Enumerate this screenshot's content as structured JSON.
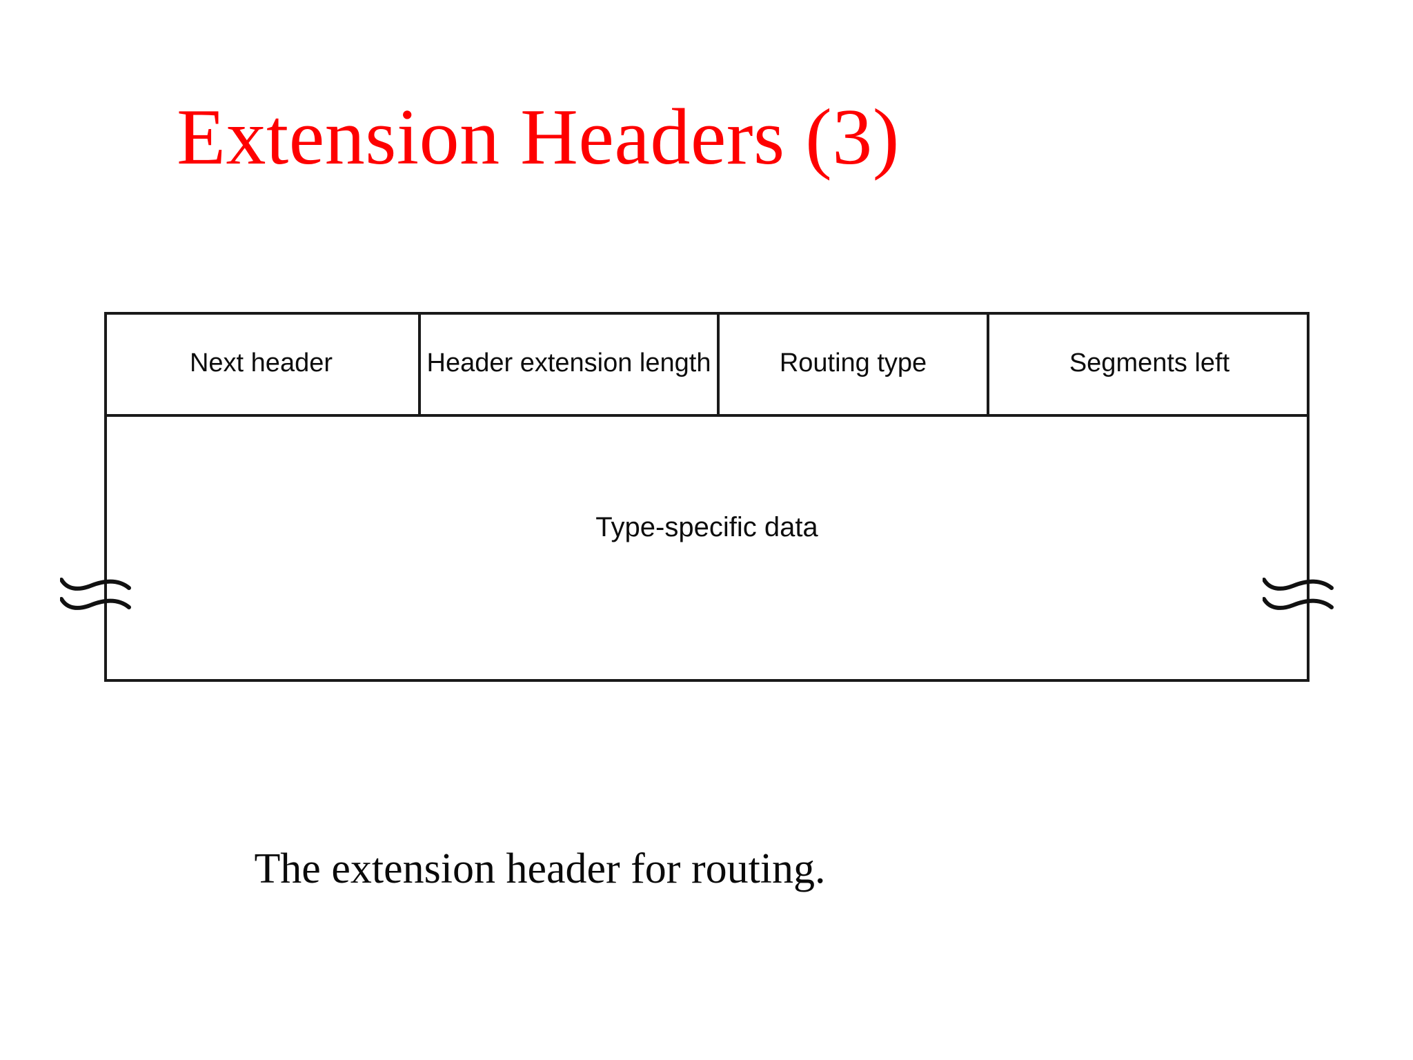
{
  "slide": {
    "title": "Extension Headers (3)",
    "title_color": "#FE0000",
    "background_color": "#FFFFFF",
    "caption": "The extension header for routing."
  },
  "diagram": {
    "name": "ipv6-routing-extension-header",
    "line_color": "#1A1A1A",
    "text_color": "#0D0D0D",
    "header_fields": [
      {
        "label": "Next header"
      },
      {
        "label": "Header extension length"
      },
      {
        "label": "Routing type"
      },
      {
        "label": "Segments left"
      }
    ],
    "body_field": {
      "label": "Type-specific data"
    },
    "break_symbols": [
      {
        "side": "left",
        "icon": "break-squiggle-icon"
      },
      {
        "side": "right",
        "icon": "break-squiggle-icon"
      }
    ]
  }
}
